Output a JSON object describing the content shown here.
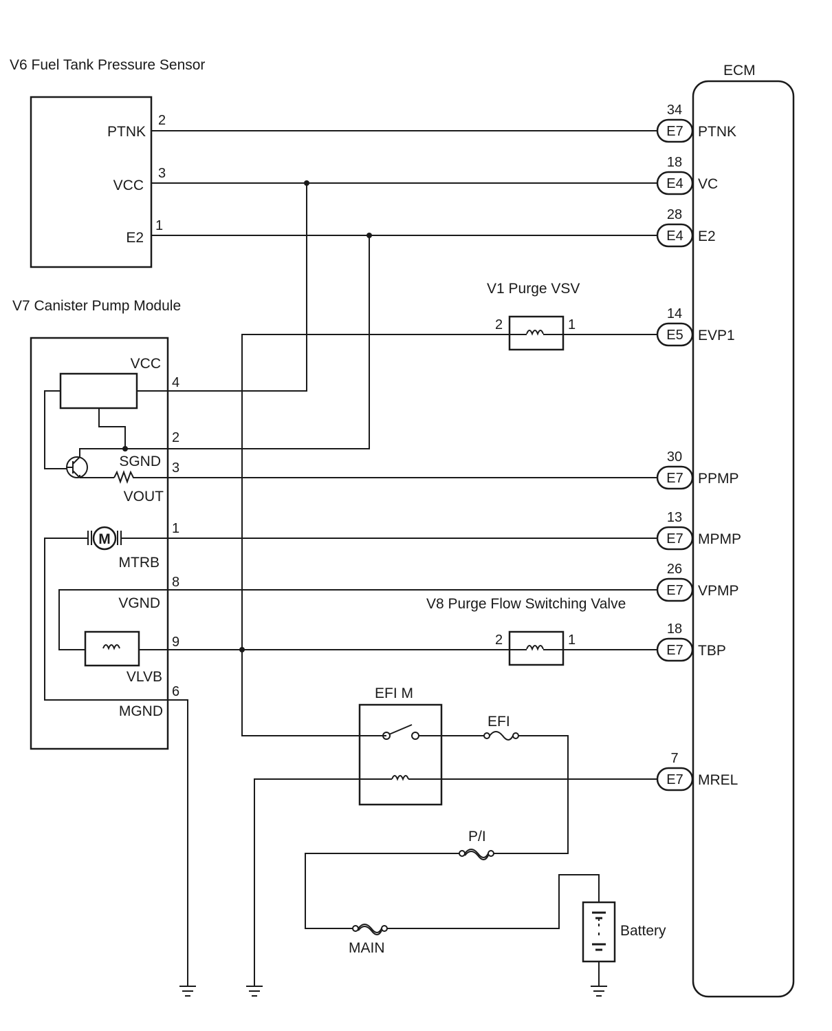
{
  "components": {
    "fuel_tank_sensor": {
      "title": "V6 Fuel Tank Pressure Sensor",
      "terminals": [
        {
          "label": "PTNK",
          "pin": "2"
        },
        {
          "label": "VCC",
          "pin": "3"
        },
        {
          "label": "E2",
          "pin": "1"
        }
      ]
    },
    "canister_pump": {
      "title": "V7 Canister Pump Module",
      "labels": {
        "vcc": "VCC",
        "sgnd": "SGND",
        "vout": "VOUT",
        "mtrb": "MTRB",
        "vgnd": "VGND",
        "vlvb": "VLVB",
        "mgnd": "MGND",
        "motor": "M"
      },
      "pins": {
        "vcc": "4",
        "sgnd": "2",
        "vout": "3",
        "mtrb": "1",
        "vgnd": "8",
        "vlvb": "9",
        "mgnd": "6"
      }
    },
    "purge_vsv": {
      "title": "V1 Purge VSV",
      "pin_left": "2",
      "pin_right": "1"
    },
    "purge_flow_valve": {
      "title": "V8 Purge Flow Switching Valve",
      "pin_left": "2",
      "pin_right": "1"
    },
    "efi_relay": {
      "title": "EFI M"
    },
    "fuses": {
      "efi": "EFI",
      "pi": "P/I",
      "main": "MAIN"
    },
    "battery": {
      "label": "Battery"
    }
  },
  "ecm": {
    "title": "ECM",
    "terminals": [
      {
        "pin": "34",
        "connector": "E7",
        "signal": "PTNK"
      },
      {
        "pin": "18",
        "connector": "E4",
        "signal": "VC"
      },
      {
        "pin": "28",
        "connector": "E4",
        "signal": "E2"
      },
      {
        "pin": "14",
        "connector": "E5",
        "signal": "EVP1"
      },
      {
        "pin": "30",
        "connector": "E7",
        "signal": "PPMP"
      },
      {
        "pin": "13",
        "connector": "E7",
        "signal": "MPMP"
      },
      {
        "pin": "26",
        "connector": "E7",
        "signal": "VPMP"
      },
      {
        "pin": "18",
        "connector": "E7",
        "signal": "TBP"
      },
      {
        "pin": "7",
        "connector": "E7",
        "signal": "MREL"
      }
    ]
  }
}
